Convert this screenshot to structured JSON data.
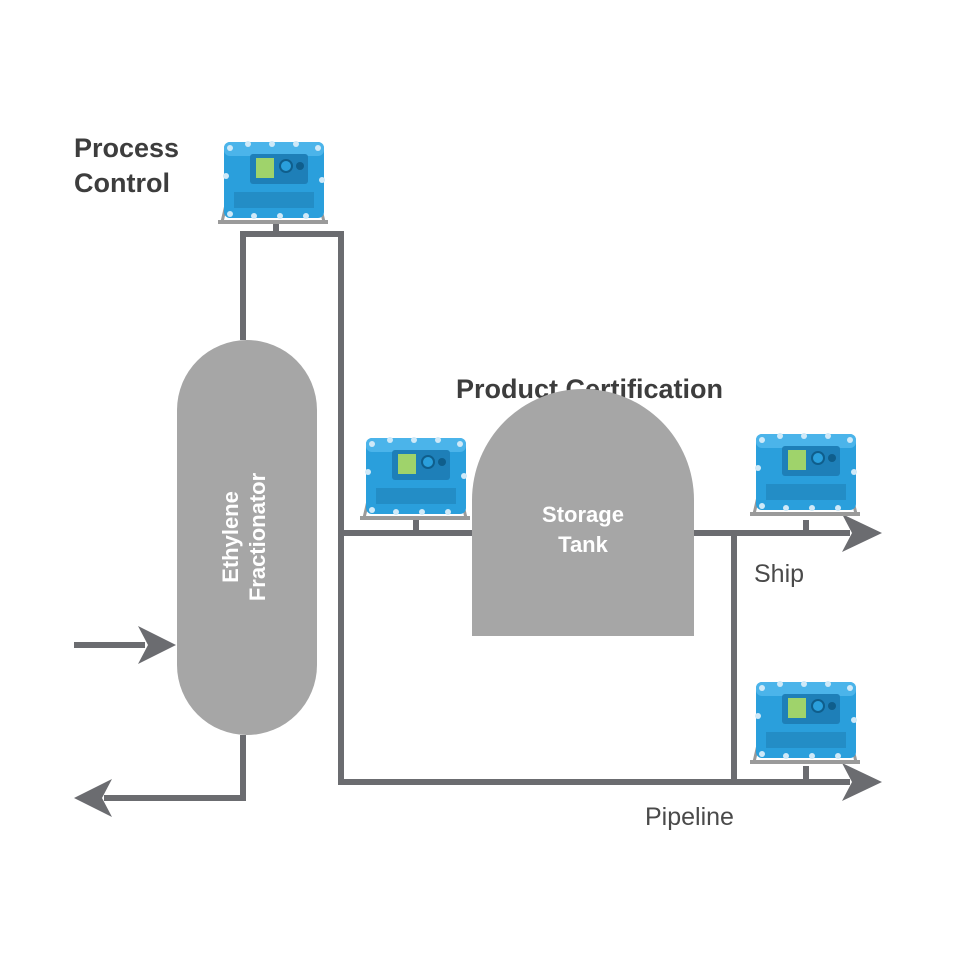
{
  "labels": {
    "process_control_line1": "Process",
    "process_control_line2": "Control",
    "product_certification": "Product Certification",
    "fractionator_line1": "Ethylene",
    "fractionator_line2": "Fractionator",
    "storage_line1": "Storage",
    "storage_line2": "Tank",
    "ship": "Ship",
    "pipeline": "Pipeline"
  },
  "colors": {
    "pipe": "#6b6c70",
    "vessel": "#a6a6a6",
    "analyzer_body": "#2a9fdc",
    "analyzer_dark": "#1e7fb8",
    "analyzer_screen": "#9fd36b",
    "text": "#3d3d3d"
  },
  "icons": {
    "analyzer": "gas-chromatograph-analyzer-icon"
  }
}
